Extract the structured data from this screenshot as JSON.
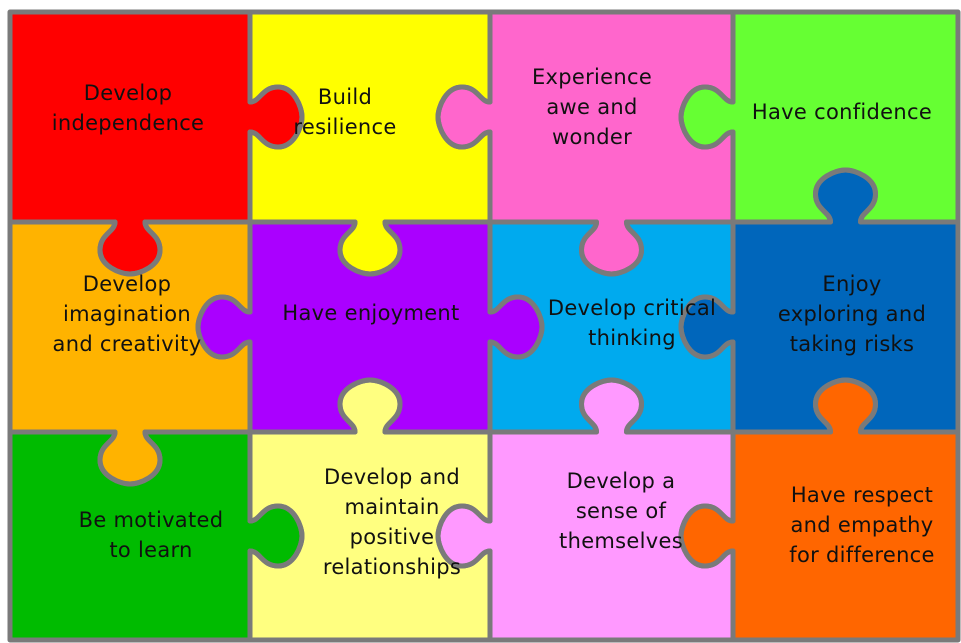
{
  "outline_color": "#7a7a7a",
  "pieces": [
    {
      "lines": [
        "Develop",
        "independence"
      ],
      "color": "#ff0000"
    },
    {
      "lines": [
        "Build",
        "resilience"
      ],
      "color": "#ffff00"
    },
    {
      "lines": [
        "Experience",
        "awe and",
        "wonder"
      ],
      "color": "#ff66cc"
    },
    {
      "lines": [
        "Have confidence"
      ],
      "color": "#66ff33"
    },
    {
      "lines": [
        "Develop",
        "imagination",
        "and creativity"
      ],
      "color": "#ffb300"
    },
    {
      "lines": [
        "Have enjoyment"
      ],
      "color": "#aa00ff"
    },
    {
      "lines": [
        "Develop critical",
        "thinking"
      ],
      "color": "#00aaee"
    },
    {
      "lines": [
        "Enjoy",
        "exploring and",
        "taking risks"
      ],
      "color": "#0066bb"
    },
    {
      "lines": [
        "Be motivated",
        "to learn"
      ],
      "color": "#00bb00"
    },
    {
      "lines": [
        "Develop and",
        "maintain",
        "positive",
        "relationships"
      ],
      "color": "#ffff80"
    },
    {
      "lines": [
        "Develop a",
        "sense of",
        "themselves"
      ],
      "color": "#ff99ff"
    },
    {
      "lines": [
        "Have respect",
        "and empathy",
        "for difference"
      ],
      "color": "#ff6600"
    }
  ]
}
